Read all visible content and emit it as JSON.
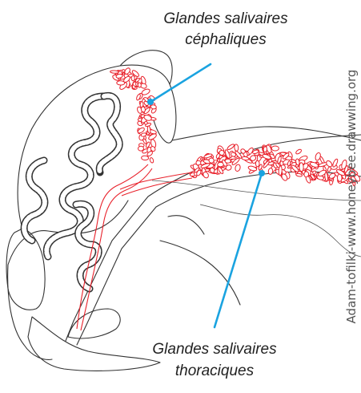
{
  "labels": {
    "cephalic_line1": "Glandes salivaires",
    "cephalic_line2": "céphaliques",
    "thoracic_line1": "Glandes salivaires",
    "thoracic_line2": "thoraciques",
    "credit": "Adam-tofilki-www.honeybee.drawwing.org"
  },
  "colors": {
    "gland": "#e8202a",
    "pointer": "#1aa3e0",
    "outline": "#333333"
  }
}
